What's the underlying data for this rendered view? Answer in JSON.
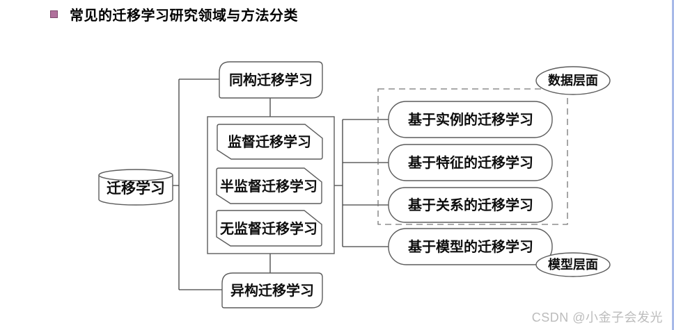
{
  "page": {
    "background": "#ffffff",
    "right_strip_color": "#a7b9e8"
  },
  "title": {
    "text": "常见的迁移学习研究领域与方法分类",
    "bullet_color": "#b0719c",
    "bullet_border_color": "#7e4b6d"
  },
  "diagram": {
    "line_color": "#404040",
    "shape_border_color": "#5c5c5c",
    "dashed_border_color": "#777777",
    "shape_fill": "#ffffff",
    "root": {
      "label": "迁移学习"
    },
    "structure_branches": [
      {
        "label": "同构迁移学习"
      },
      {
        "label": "异构迁移学习"
      }
    ],
    "supervision_group": [
      {
        "label": "监督迁移学习"
      },
      {
        "label": "半监督迁移学习"
      },
      {
        "label": "无监督迁移学习"
      }
    ],
    "method_nodes": [
      {
        "label": "基于实例的迁移学习"
      },
      {
        "label": "基于特征的迁移学习"
      },
      {
        "label": "基于关系的迁移学习"
      },
      {
        "label": "基于模型的迁移学习"
      }
    ],
    "level_badges": [
      {
        "label": "数据层面"
      },
      {
        "label": "模型层面"
      }
    ]
  },
  "watermark": {
    "text": "CSDN @小金子会发光",
    "color": "#bcbcbc"
  }
}
